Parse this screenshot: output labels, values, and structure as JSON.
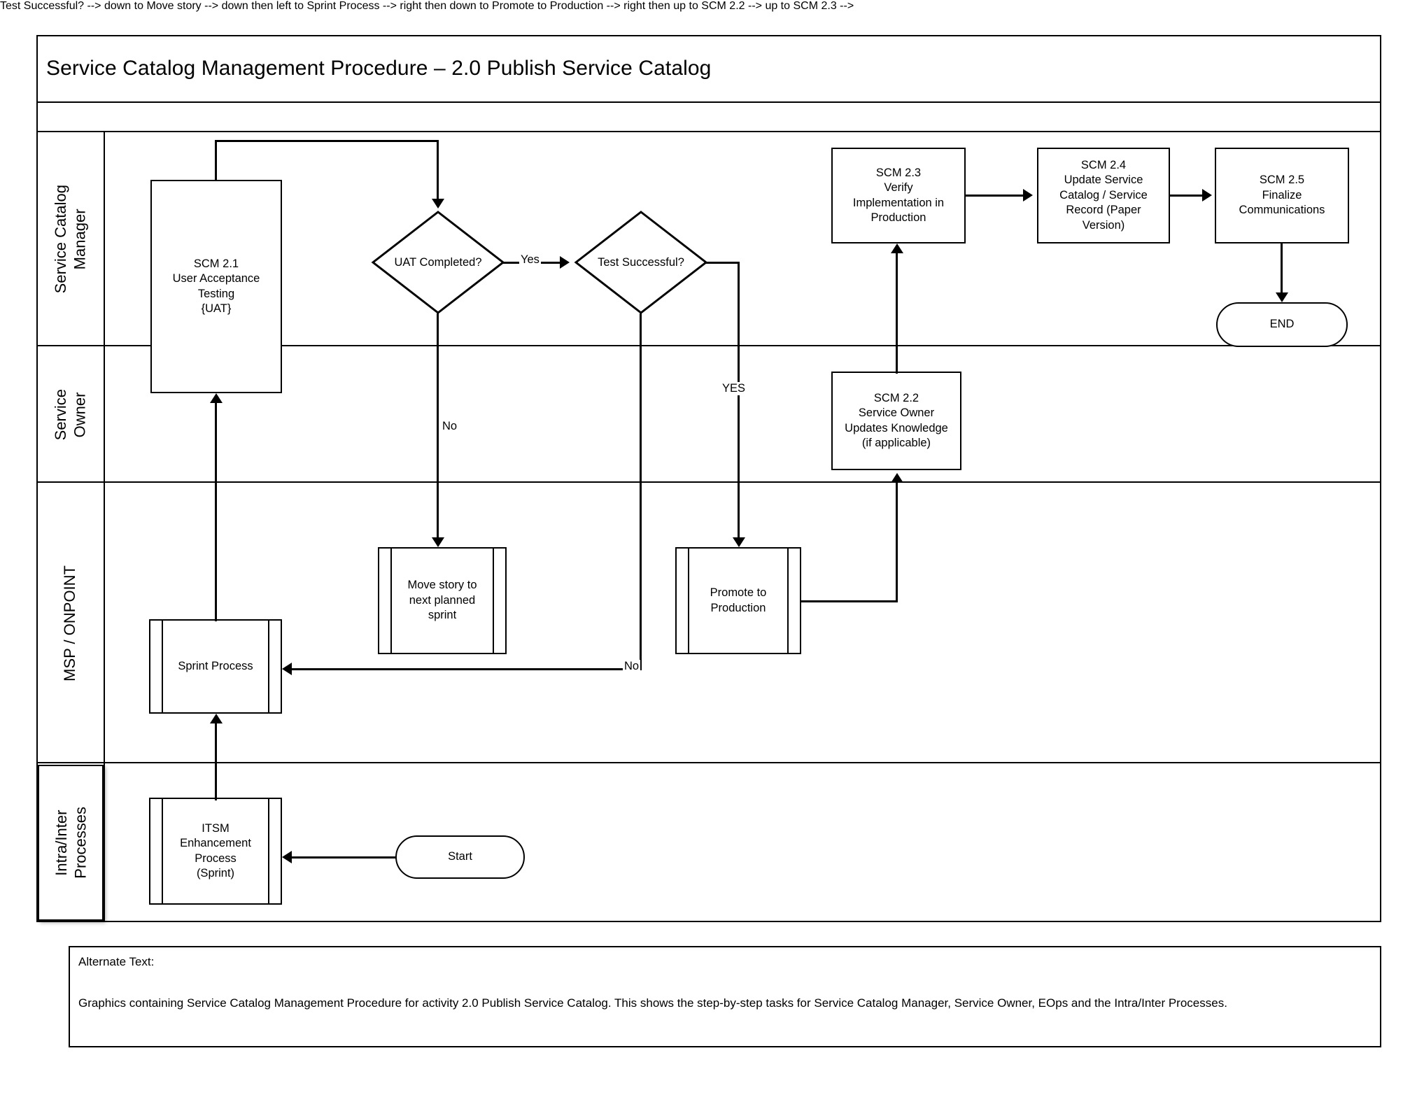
{
  "document": {
    "title": "Service Catalog Management Procedure – 2.0 Publish Service Catalog"
  },
  "lanes": [
    {
      "id": "service-catalog-manager",
      "label": "Service Catalog\nManager"
    },
    {
      "id": "service-owner",
      "label": "Service\nOwner"
    },
    {
      "id": "msp-onpoint",
      "label": "MSP / ONPOINT"
    },
    {
      "id": "intra-inter-processes",
      "label": "Intra/Inter\nProcesses"
    }
  ],
  "nodes": {
    "scm_2_1": {
      "label": "SCM 2.1\nUser Acceptance\nTesting\n{UAT}",
      "shape": "process",
      "lane": "service-catalog-manager"
    },
    "uat_completed": {
      "label": "UAT Completed?",
      "shape": "decision",
      "lane": "service-catalog-manager"
    },
    "test_successful": {
      "label": "Test Successful?",
      "shape": "decision",
      "lane": "service-catalog-manager"
    },
    "scm_2_3": {
      "label": "SCM 2.3\nVerify\nImplementation in\nProduction",
      "shape": "process",
      "lane": "service-catalog-manager"
    },
    "scm_2_4": {
      "label": "SCM 2.4\nUpdate Service\nCatalog / Service\nRecord (Paper\nVersion)",
      "shape": "process",
      "lane": "service-catalog-manager"
    },
    "scm_2_5": {
      "label": "SCM 2.5\nFinalize\nCommunications",
      "shape": "process",
      "lane": "service-catalog-manager"
    },
    "end": {
      "label": "END",
      "shape": "terminator",
      "lane": "service-catalog-manager"
    },
    "scm_2_2": {
      "label": "SCM 2.2\nService Owner\nUpdates Knowledge\n(if applicable)",
      "shape": "process",
      "lane": "service-owner"
    },
    "move_story": {
      "label": "Move story to\nnext planned\nsprint",
      "shape": "predefined-process",
      "lane": "msp-onpoint"
    },
    "promote_production": {
      "label": "Promote to\nProduction",
      "shape": "predefined-process",
      "lane": "msp-onpoint"
    },
    "sprint_process": {
      "label": "Sprint Process",
      "shape": "predefined-process",
      "lane": "msp-onpoint"
    },
    "itsm_enhancement": {
      "label": "ITSM\nEnhancement\nProcess\n(Sprint)",
      "shape": "predefined-process",
      "lane": "intra-inter-processes"
    },
    "start": {
      "label": "Start",
      "shape": "terminator",
      "lane": "intra-inter-processes"
    }
  },
  "edge_labels": {
    "uat_yes": "Yes",
    "uat_no": "No",
    "test_yes": "YES",
    "test_no": "No"
  },
  "alternate_text": {
    "heading": "Alternate Text:",
    "body": "Graphics containing Service Catalog Management Procedure for activity 2.0 Publish Service Catalog. This shows the step-by-step tasks for Service Catalog Manager, Service Owner, EOps and the Intra/Inter Processes."
  },
  "colors": {
    "stroke": "#000000",
    "background": "#ffffff"
  }
}
